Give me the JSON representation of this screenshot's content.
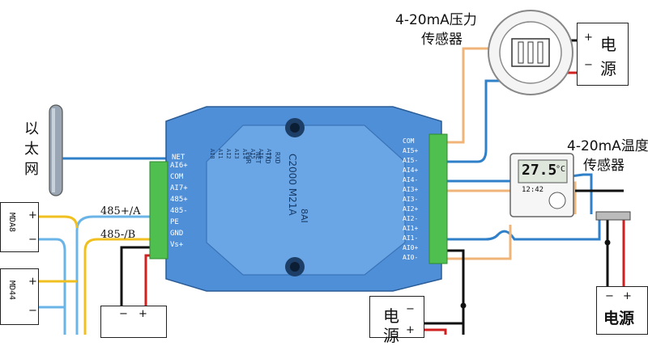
{
  "ethernet": {
    "label_1": "以",
    "label_2": "太",
    "label_3": "网"
  },
  "device": {
    "model": "C2000 M21A",
    "subtitle": "8AI",
    "net_port_label": "NET",
    "leds": [
      "RXD",
      "TXD",
      "NET",
      "PWR"
    ],
    "led_channels": [
      "AI8",
      "AI1",
      "AI2",
      "AI3",
      "AI4",
      "AI5",
      "AI6",
      "AI7"
    ],
    "left_terminals": [
      "AI6+",
      "COM",
      "AI7+",
      "485+",
      "485-",
      "PE",
      "GND",
      "Vs+"
    ],
    "right_terminals": [
      "COM",
      "AI5+",
      "AI5-",
      "AI4+",
      "AI4-",
      "AI3+",
      "AI3-",
      "AI2+",
      "AI2-",
      "AI1+",
      "AI1-",
      "AI0+",
      "AI0-"
    ],
    "body_color": "#4f8fd8",
    "terminal_color": "#4fbf4f"
  },
  "bus": {
    "label_plus": "485+/A",
    "label_minus": "485-/B"
  },
  "modules": [
    {
      "name": "MDA8",
      "plus": "+",
      "minus": "−"
    },
    {
      "name": "MD44",
      "plus": "+",
      "minus": "−"
    }
  ],
  "pressure_sensor": {
    "title_line1": "4-20mA压力",
    "title_line2": "传感器"
  },
  "temperature_sensor": {
    "title_line1": "4-20mA温度",
    "title_line2": "传感器",
    "reading_temp": "27.5",
    "reading_unit": "°C",
    "reading_time": "12:42"
  },
  "power_pressure": {
    "plus": "+",
    "label_1": "电",
    "label_2": "源",
    "minus": "−"
  },
  "power_temperature": {
    "minus": "−",
    "plus": "+",
    "label": "电源"
  },
  "power_bottom_left": {
    "minus": "−",
    "plus": "+"
  },
  "power_bottom_center": {
    "label_1": "电",
    "label_2": "源",
    "minus": "−",
    "plus": "+"
  },
  "wire_colors": {
    "blue": "#2f80c8",
    "light_blue": "#6ab4e8",
    "yellow": "#f0c020",
    "orange": "#f0b478",
    "red": "#d02020",
    "black": "#111111"
  }
}
